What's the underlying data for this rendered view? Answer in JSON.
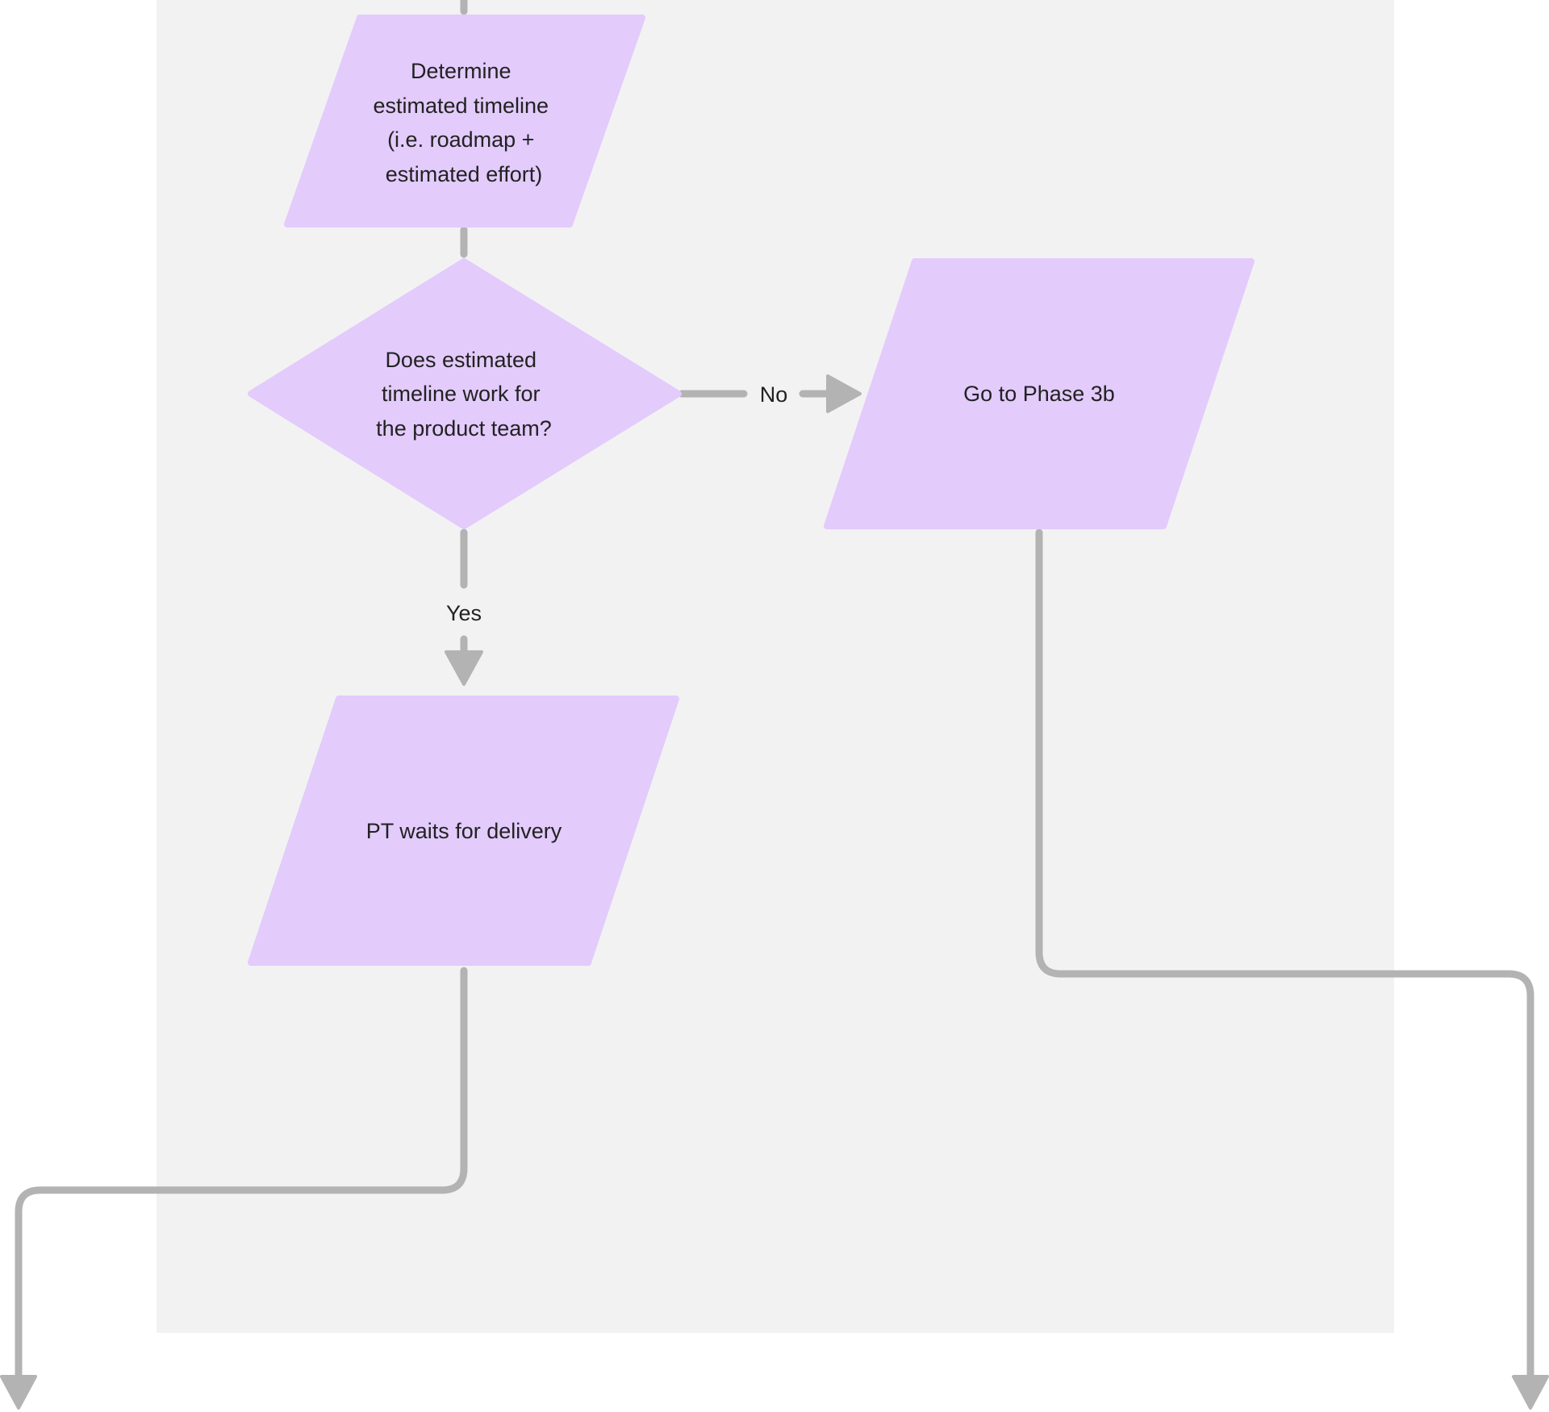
{
  "colors": {
    "background": "#ffffff",
    "swimlane": "#f2f2f3",
    "node_fill": "#e3cbfc",
    "connector": "#b3b3b3",
    "text": "#222222"
  },
  "nodes": {
    "determine": {
      "shape": "parallelogram",
      "lines": [
        "Determine",
        "estimated timeline",
        "(i.e. roadmap +",
        "estimated effort)"
      ]
    },
    "decision": {
      "shape": "diamond",
      "lines": [
        "Does estimated",
        "timeline work for",
        "the product team?"
      ]
    },
    "phase3b": {
      "shape": "parallelogram",
      "lines": [
        "Go to Phase 3b"
      ]
    },
    "wait": {
      "shape": "parallelogram",
      "lines": [
        "PT waits for delivery"
      ]
    }
  },
  "edges": {
    "no_label": "No",
    "yes_label": "Yes"
  }
}
